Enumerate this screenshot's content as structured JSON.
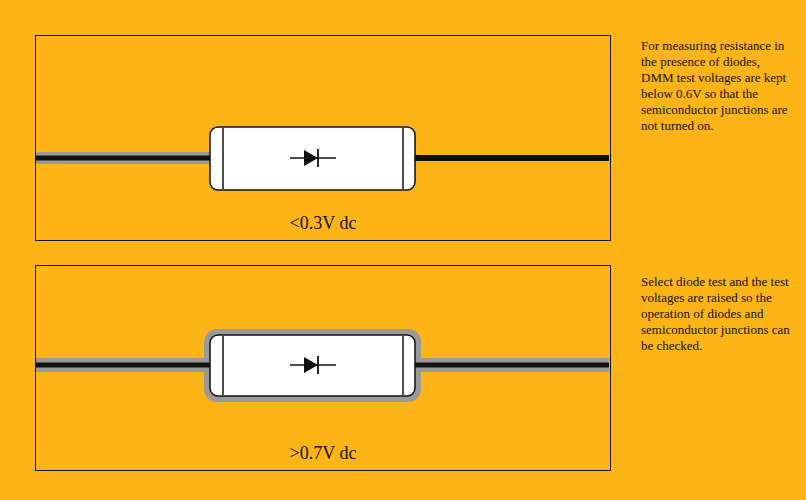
{
  "diagram": {
    "nodes": [
      {
        "text": [
          "<0.3V dc"
        ]
      },
      {
        "text": [
          ">0.7V dc"
        ]
      }
    ],
    "labels": [
      "For measuring resistance in the presence of diodes, DMM test voltages are kept below 0.6V so that the semiconductor junctions are not turned on.",
      "Select diode test and the test voltages are raised so the operation of diodes and semiconductor junctions can be checked."
    ]
  }
}
